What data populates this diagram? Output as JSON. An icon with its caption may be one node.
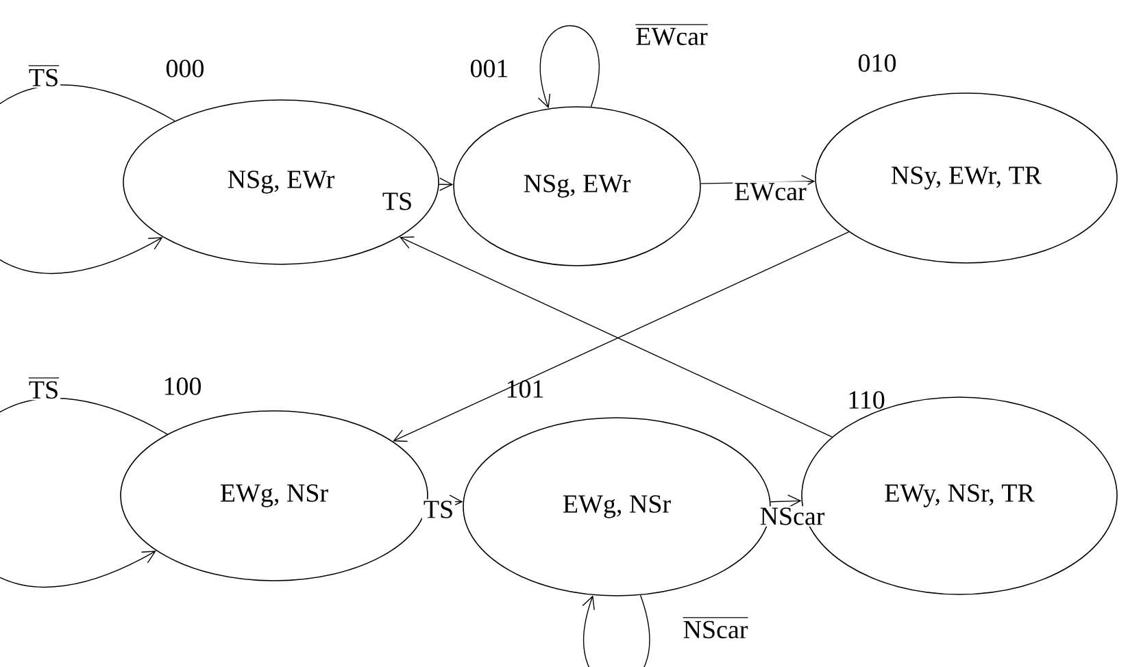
{
  "diagram": {
    "nodes": [
      {
        "text": [
          "NSg, EWr"
        ],
        "beside": [
          "000"
        ]
      },
      {
        "text": [
          "NSg, EWr"
        ],
        "beside": [
          "001"
        ]
      },
      {
        "text": [
          "NSy, EWr, TR"
        ],
        "beside": [
          "010"
        ]
      },
      {
        "text": [
          "EWg, NSr"
        ],
        "beside": [
          "100"
        ]
      },
      {
        "text": [
          "EWg, NSr"
        ],
        "beside": [
          "101"
        ]
      },
      {
        "text": [
          "EWy, NSr, TR"
        ],
        "beside": [
          "110"
        ]
      }
    ],
    "edges": [
      {
        "from": 0,
        "to": 0,
        "arrow": "to",
        "label": "\\overline{\\text{TS}}"
      },
      {
        "from": 0,
        "to": 1,
        "arrow": "to",
        "label": "TS"
      },
      {
        "from": 1,
        "to": 1,
        "arrow": "to",
        "label": "\\overline{\\text{EWcar}}"
      },
      {
        "from": 1,
        "to": 2,
        "arrow": "to",
        "label": "EWcar"
      },
      {
        "from": 2,
        "to": 3,
        "arrow": "to"
      },
      {
        "from": 3,
        "to": 3,
        "arrow": "to",
        "label": "\\overline{\\text{TS}}"
      },
      {
        "from": 3,
        "to": 4,
        "arrow": "to",
        "label": "TS"
      },
      {
        "from": 4,
        "to": 4,
        "arrow": "to",
        "label": "\\overline{\\text{NScar}}"
      },
      {
        "from": 4,
        "to": 5,
        "arrow": "to",
        "label": "NScar"
      },
      {
        "from": 5,
        "to": 0,
        "arrow": "to"
      }
    ]
  }
}
